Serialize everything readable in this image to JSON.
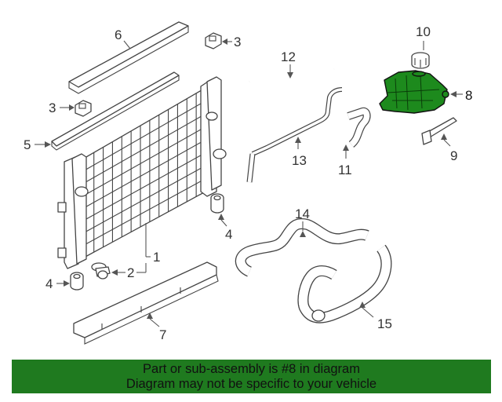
{
  "diagram": {
    "highlight_color": "#1d8a1d",
    "callouts": {
      "c1": "1",
      "c2": "2",
      "c3a": "3",
      "c3b": "3",
      "c4a": "4",
      "c4b": "4",
      "c5": "5",
      "c6": "6",
      "c7": "7",
      "c8": "8",
      "c9": "9",
      "c10": "10",
      "c11": "11",
      "c12": "12",
      "c13": "13",
      "c14": "14",
      "c15": "15"
    }
  },
  "banner": {
    "color": "#1f7a1f",
    "line1": "Part or sub-assembly is #8 in diagram",
    "line2": "Diagram may not be specific to your vehicle"
  }
}
